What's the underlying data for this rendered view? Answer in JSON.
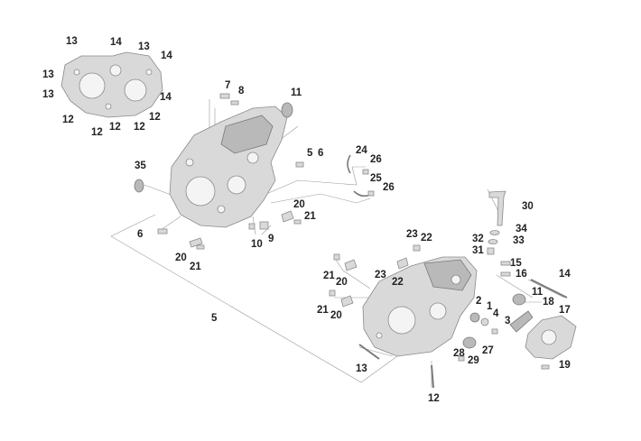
{
  "callouts": [
    {
      "id": "c-13-a",
      "text": "13"
    },
    {
      "id": "c-14-a",
      "text": "14"
    },
    {
      "id": "c-13-b",
      "text": "13"
    },
    {
      "id": "c-14-b",
      "text": "14"
    },
    {
      "id": "c-13-c",
      "text": "13"
    },
    {
      "id": "c-13-d",
      "text": "13"
    },
    {
      "id": "c-14-c",
      "text": "14"
    },
    {
      "id": "c-12-a",
      "text": "12"
    },
    {
      "id": "c-12-b",
      "text": "12"
    },
    {
      "id": "c-12-c",
      "text": "12"
    },
    {
      "id": "c-12-d",
      "text": "12"
    },
    {
      "id": "c-12-e",
      "text": "12"
    },
    {
      "id": "c-7",
      "text": "7"
    },
    {
      "id": "c-8",
      "text": "8"
    },
    {
      "id": "c-11-a",
      "text": "11"
    },
    {
      "id": "c-5-a",
      "text": "5"
    },
    {
      "id": "c-6-a",
      "text": "6"
    },
    {
      "id": "c-24",
      "text": "24"
    },
    {
      "id": "c-26-a",
      "text": "26"
    },
    {
      "id": "c-25",
      "text": "25"
    },
    {
      "id": "c-26-b",
      "text": "26"
    },
    {
      "id": "c-35",
      "text": "35"
    },
    {
      "id": "c-20-a",
      "text": "20"
    },
    {
      "id": "c-21-a",
      "text": "21"
    },
    {
      "id": "c-6-b",
      "text": "6"
    },
    {
      "id": "c-10",
      "text": "10"
    },
    {
      "id": "c-9",
      "text": "9"
    },
    {
      "id": "c-20-b",
      "text": "20"
    },
    {
      "id": "c-21-b",
      "text": "21"
    },
    {
      "id": "c-30",
      "text": "30"
    },
    {
      "id": "c-23-a",
      "text": "23"
    },
    {
      "id": "c-22-a",
      "text": "22"
    },
    {
      "id": "c-32",
      "text": "32"
    },
    {
      "id": "c-34",
      "text": "34"
    },
    {
      "id": "c-33",
      "text": "33"
    },
    {
      "id": "c-31",
      "text": "31"
    },
    {
      "id": "c-15",
      "text": "15"
    },
    {
      "id": "c-16",
      "text": "16"
    },
    {
      "id": "c-14-d",
      "text": "14"
    },
    {
      "id": "c-21-c",
      "text": "21"
    },
    {
      "id": "c-20-c",
      "text": "20"
    },
    {
      "id": "c-23-b",
      "text": "23"
    },
    {
      "id": "c-22-b",
      "text": "22"
    },
    {
      "id": "c-11-b",
      "text": "11"
    },
    {
      "id": "c-18",
      "text": "18"
    },
    {
      "id": "c-2",
      "text": "2"
    },
    {
      "id": "c-1",
      "text": "1"
    },
    {
      "id": "c-4",
      "text": "4"
    },
    {
      "id": "c-17",
      "text": "17"
    },
    {
      "id": "c-21-d",
      "text": "21"
    },
    {
      "id": "c-20-d",
      "text": "20"
    },
    {
      "id": "c-3",
      "text": "3"
    },
    {
      "id": "c-5-b",
      "text": "5"
    },
    {
      "id": "c-28",
      "text": "28"
    },
    {
      "id": "c-27",
      "text": "27"
    },
    {
      "id": "c-29",
      "text": "29"
    },
    {
      "id": "c-19",
      "text": "19"
    },
    {
      "id": "c-13-e",
      "text": "13"
    },
    {
      "id": "c-12-f",
      "text": "12"
    }
  ]
}
